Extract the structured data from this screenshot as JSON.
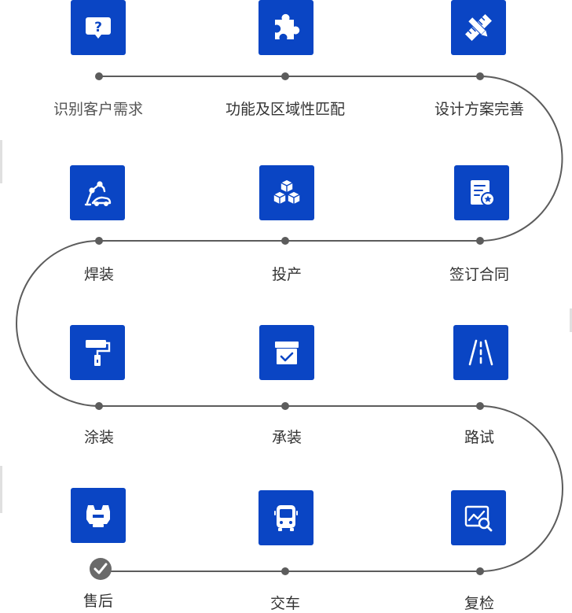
{
  "colors": {
    "tile": "#0a45c4",
    "line": "#5c5c5c",
    "node": "#5c5c5c",
    "text": "#333333",
    "done_node": "#6a6a6a"
  },
  "steps": [
    {
      "label": "识别客户需求",
      "icon": "question-chat-icon"
    },
    {
      "label": "功能及区域性匹配",
      "icon": "puzzle-icon"
    },
    {
      "label": "设计方案完善",
      "icon": "pencil-ruler-icon"
    },
    {
      "label": "签订合同",
      "icon": "contract-document-icon"
    },
    {
      "label": "投产",
      "icon": "cubes-icon"
    },
    {
      "label": "焊装",
      "icon": "welding-robot-icon"
    },
    {
      "label": "涂装",
      "icon": "paint-roller-icon"
    },
    {
      "label": "承装",
      "icon": "box-check-icon"
    },
    {
      "label": "路试",
      "icon": "road-icon"
    },
    {
      "label": "复检",
      "icon": "chart-inspect-icon"
    },
    {
      "label": "交车",
      "icon": "bus-icon"
    },
    {
      "label": "售后",
      "icon": "wrench-icon",
      "completed": true
    }
  ]
}
